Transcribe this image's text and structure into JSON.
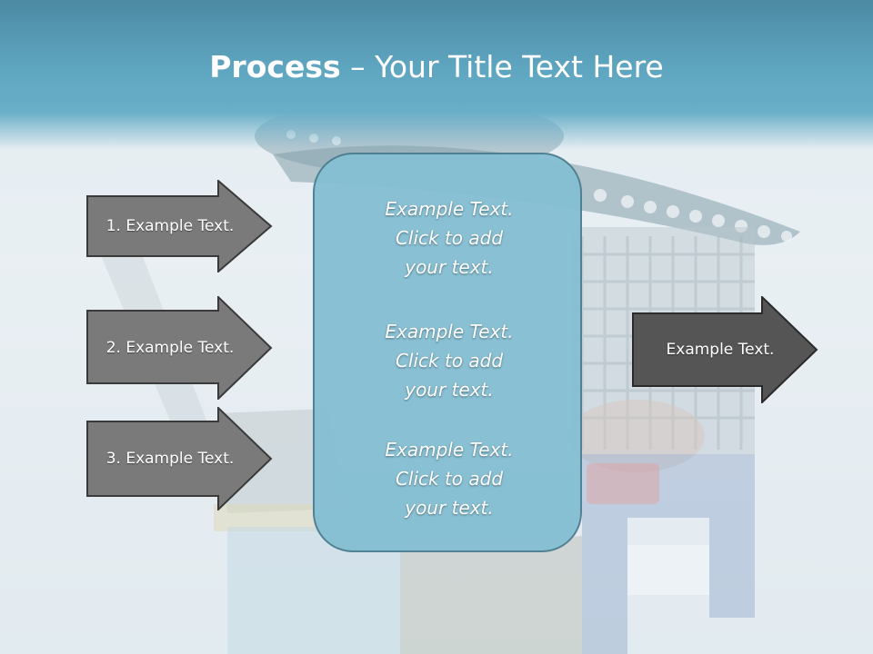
{
  "slide": {
    "title_bold": "Process",
    "title_rest": " – Your Title Text Here",
    "left_arrows": [
      {
        "label": "1. Example Text."
      },
      {
        "label": "2. Example Text."
      },
      {
        "label": "3. Example Text."
      }
    ],
    "center_blocks": [
      {
        "line1": "Example Text.",
        "line2": "Click  to add",
        "line3": "your text."
      },
      {
        "line1": "Example Text.",
        "line2": "Click  to add",
        "line3": "your text."
      },
      {
        "line1": "Example Text.",
        "line2": "Click  to add",
        "line3": "your text."
      }
    ],
    "right_arrow": {
      "label": "Example Text."
    }
  },
  "colors": {
    "title_band": "#5ea5c0",
    "center_box_fill": "#86bfd3",
    "center_box_border": "#4d7f91",
    "left_arrow_fill": "#7a7a7a",
    "right_arrow_fill": "#555555"
  }
}
